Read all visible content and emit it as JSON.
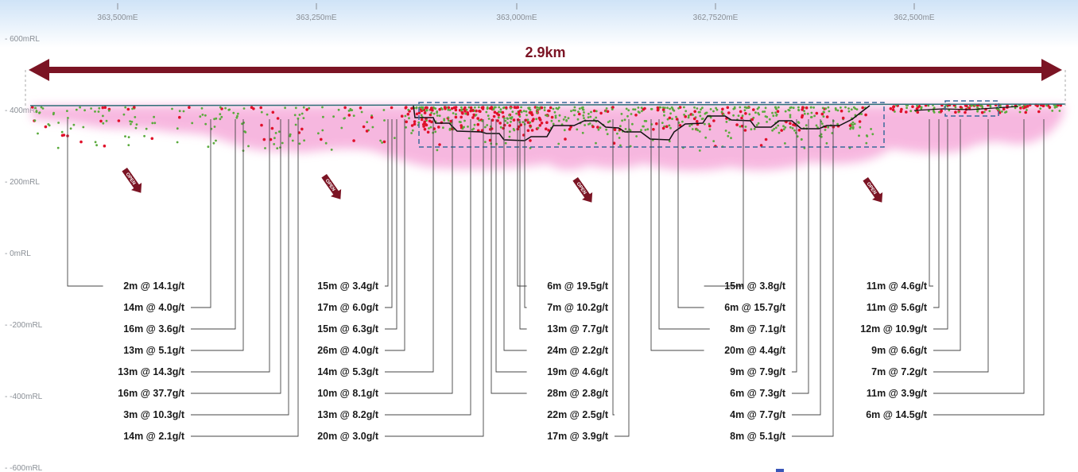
{
  "colors": {
    "accent": "#7b1424",
    "pink_halo": "#f5a6d8",
    "grade_high": "#e0102a",
    "grade_low": "#5aaa3c",
    "target_box": "#3a6a9a",
    "pit_shell": "#111111",
    "leader": "#444444",
    "surface": "#2f6f78"
  },
  "span": {
    "label": "2.9km"
  },
  "eastings": [
    "363,500mE",
    "363,250mE",
    "363,000mE",
    "362,7520mE",
    "362,500mE"
  ],
  "rls": [
    "- 600mRL",
    "- 400mRL",
    "- 200mRL",
    "- 0mRL",
    "- -200mRL",
    "- -400mRL",
    "- -600mRL"
  ],
  "open_label": "OPEN",
  "intercepts": [
    [
      "2m @ 14.1g/t",
      "14m @ 4.0g/t",
      "16m @ 3.6g/t",
      "13m @ 5.1g/t",
      "13m @ 14.3g/t",
      "16m @ 37.7g/t",
      "3m @ 10.3g/t",
      "14m @ 2.1g/t"
    ],
    [
      "15m @ 3.4g/t",
      "17m @ 6.0g/t",
      "15m @ 6.3g/t",
      "26m @ 4.0g/t",
      "14m @ 5.3g/t",
      "10m @ 8.1g/t",
      "13m @ 8.2g/t",
      "20m @ 3.0g/t"
    ],
    [
      "6m @ 19.5g/t",
      "7m @ 10.2g/t",
      "13m @ 7.7g/t",
      "24m @ 2.2g/t",
      "19m @ 4.6g/t",
      "28m @ 2.8g/t",
      "22m @ 2.5g/t",
      "17m @ 3.9g/t"
    ],
    [
      "15m @ 3.8g/t",
      "6m @ 15.7g/t",
      "8m @ 7.1g/t",
      "20m @ 4.4g/t",
      "9m @ 7.9g/t",
      "6m @ 7.3g/t",
      "4m @ 7.7g/t",
      "8m @ 5.1g/t"
    ],
    [
      "11m @ 4.6g/t",
      "11m @ 5.6g/t",
      "12m @ 10.9g/t",
      "9m @ 6.6g/t",
      "7m @ 7.2g/t",
      "11m @ 3.9g/t",
      "6m @ 14.5g/t"
    ]
  ]
}
